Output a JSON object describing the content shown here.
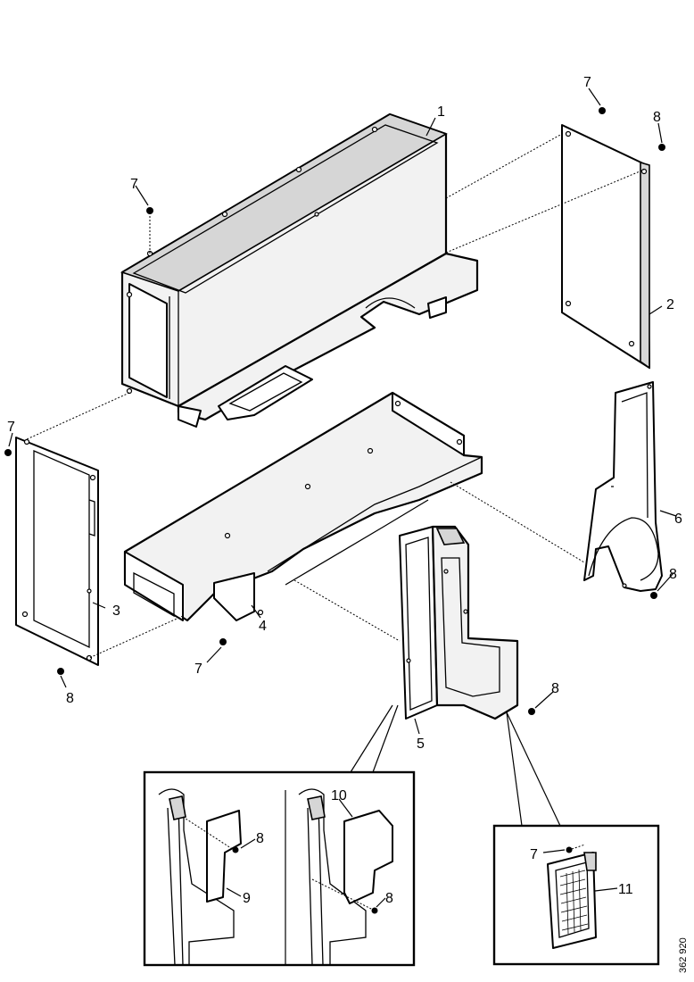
{
  "callouts": {
    "c1": "1",
    "c2": "2",
    "c3": "3",
    "c4": "4",
    "c5": "5",
    "c6": "6",
    "c7a": "7",
    "c7b": "7",
    "c7c": "7",
    "c7d": "7",
    "c7e": "7",
    "c8a": "8",
    "c8b": "8",
    "c8c": "8",
    "c8d": "8",
    "c8e": "8",
    "c8f": "8",
    "c9": "9",
    "c10": "10",
    "c11": "11"
  },
  "figure_id": "362 920"
}
